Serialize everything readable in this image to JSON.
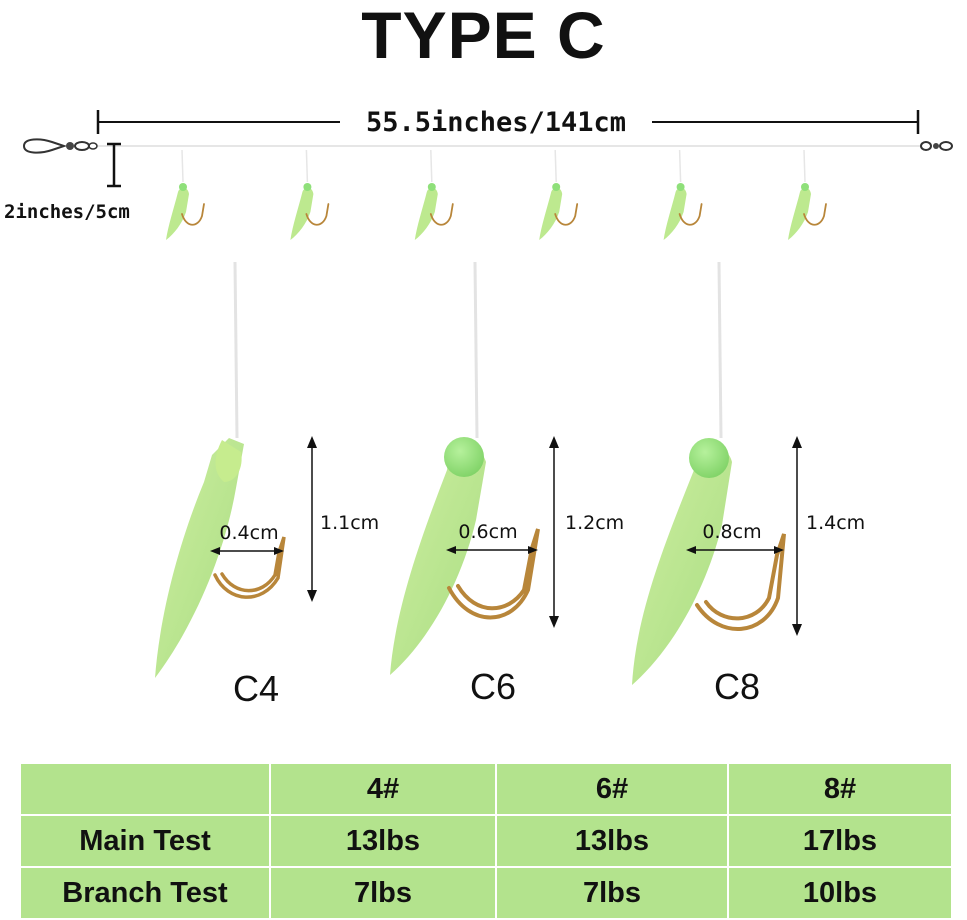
{
  "title": "TYPE C",
  "rig": {
    "total_length_label": "55.5inches/141cm",
    "branch_length_label": "2inches/5cm",
    "hook_count": 6
  },
  "hooks": [
    {
      "name": "C4",
      "length": "1.1cm",
      "gap": "0.4cm"
    },
    {
      "name": "C6",
      "length": "1.2cm",
      "gap": "0.6cm"
    },
    {
      "name": "C8",
      "length": "1.4cm",
      "gap": "0.8cm"
    }
  ],
  "table": {
    "header": [
      "",
      "4#",
      "6#",
      "8#"
    ],
    "rows": [
      {
        "label": "Main Test",
        "values": [
          "13lbs",
          "13lbs",
          "17lbs"
        ]
      },
      {
        "label": "Branch Test",
        "values": [
          "7lbs",
          "7lbs",
          "10lbs"
        ]
      }
    ]
  },
  "colors": {
    "lure_green": "#bde98f",
    "bead_green": "#8fe07a",
    "hook_gold": "#b8863a",
    "table_bg": "#b3e38d"
  }
}
